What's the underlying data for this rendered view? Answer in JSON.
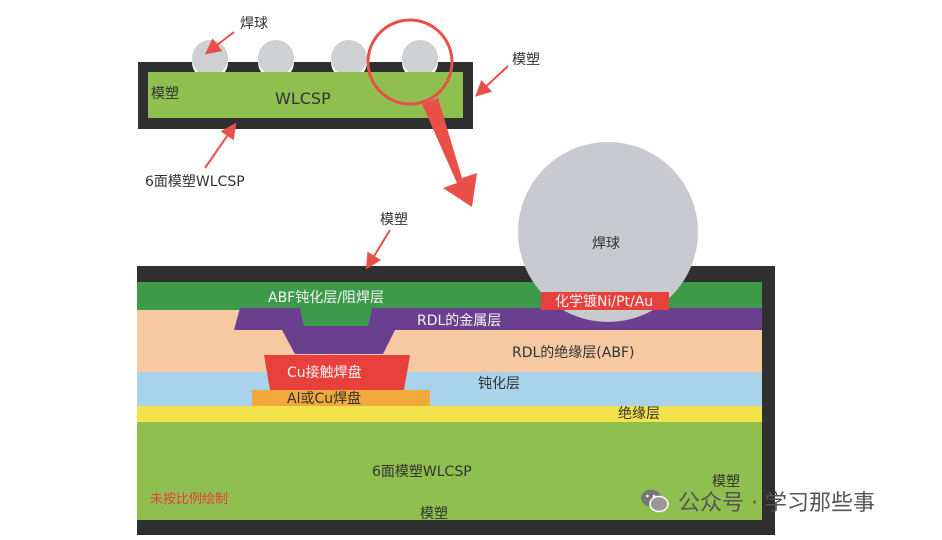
{
  "top_package": {
    "solder_ball_label": "焊球",
    "mold_label_right": "模塑",
    "mold_label_inside": "模塑",
    "core_label": "WLCSP",
    "caption": "6面模塑WLCSP"
  },
  "cross_section": {
    "mold_label_top": "模塑",
    "solder_ball_label": "焊球",
    "plating_label": "化学镀Ni/Pt/Au",
    "abf_passivation_label": "ABF钝化层/阻焊层",
    "rdl_metal_label": "RDL的金属层",
    "rdl_dielectric_label": "RDL的绝缘层(ABF)",
    "cu_pad_label": "Cu接触焊盘",
    "al_cu_pad_label": "Al或Cu焊盘",
    "passivation_label": "钝化层",
    "insulation_label": "绝缘层",
    "core_label": "6面模塑WLCSP",
    "mold_label_right": "模塑",
    "mold_label_bottom": "模塑",
    "note": "未按比例绘制"
  },
  "watermark": {
    "icon": "wechat-icon",
    "text": "公众号 · 学习那些事"
  },
  "colors": {
    "mold": "#2f2f2f",
    "wlcsp_green": "#8fbf4f",
    "abf_green": "#3d9a4a",
    "rdl_purple": "#6a3f8e",
    "peach": "#f6c9a2",
    "cu_red": "#e8403c",
    "blue": "#a9d3ea",
    "orange": "#f2a93b",
    "yellow": "#f3e24a",
    "ball_grey": "#c9cacf",
    "arrow_red": "#e9504a"
  }
}
